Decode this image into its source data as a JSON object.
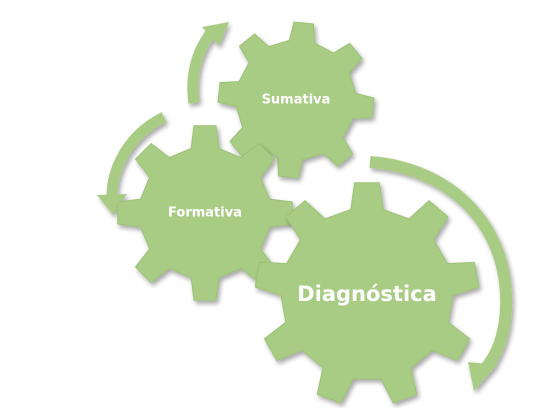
{
  "diagram": {
    "colors": {
      "gear_fill": "#a9cc84",
      "gear_edge": "#9cc276",
      "arrow_fill": "#a9cc84",
      "label_text": "#ffffff"
    },
    "gears": [
      {
        "id": "sumativa",
        "label": "Sumativa"
      },
      {
        "id": "formativa",
        "label": "Formativa"
      },
      {
        "id": "diagnostica",
        "label": "Diagnóstica"
      }
    ],
    "arrows": [
      {
        "id": "top",
        "icon": "curved-arrow-up-icon"
      },
      {
        "id": "left",
        "icon": "curved-arrow-down-icon"
      },
      {
        "id": "right",
        "icon": "curved-arrow-down-icon"
      }
    ]
  }
}
